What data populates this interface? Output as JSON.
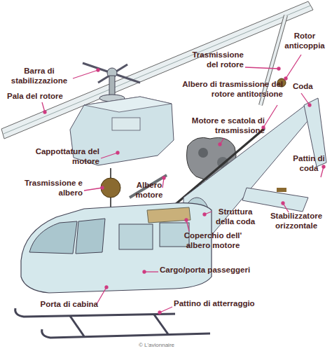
{
  "diagram": {
    "labels": [
      "Barra di stabilizzazione",
      "Pala del rotore",
      "Trasmissione del rotore",
      "Rotor anticoppia",
      "Albero di trasmissione del rotore antitorsione",
      "Coda",
      "Motore e scatola di trasmissione",
      "Cappottatura del motore",
      "Pattin di coda",
      "Trasmissione e albero",
      "Albero motore",
      "Struttura della coda",
      "Stabilizzatore orizzontale",
      "Coperchio dell' albero motore",
      "Cargo/porta passeggeri",
      "Porta di cabina",
      "Pattino di atterraggio",
      "© L'avionnaire"
    ]
  }
}
